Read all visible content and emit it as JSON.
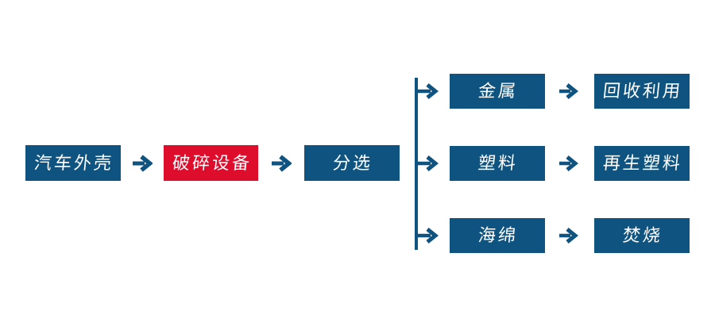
{
  "colors": {
    "primary_blue": "#0f5480",
    "accent_red": "#de0d2c",
    "node_text": "#ffffff",
    "background": "#ffffff"
  },
  "flow": {
    "main": [
      {
        "label": "汽车外壳",
        "variant": "blue"
      },
      {
        "label": "破碎设备",
        "variant": "red"
      },
      {
        "label": "分选",
        "variant": "blue"
      }
    ],
    "branches": [
      {
        "material": "金属",
        "outcome": "回收利用"
      },
      {
        "material": "塑料",
        "outcome": "再生塑料"
      },
      {
        "material": "海绵",
        "outcome": "焚烧"
      }
    ]
  }
}
